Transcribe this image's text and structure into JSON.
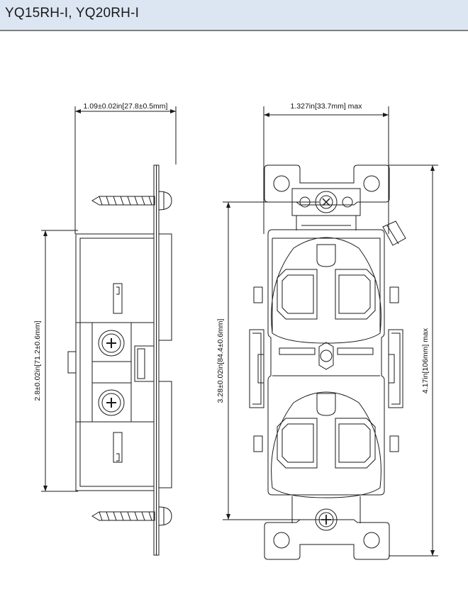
{
  "header": {
    "title": "YQ15RH-I, YQ20RH-I"
  },
  "dimensions": {
    "side_depth": "1.09±0.02in[27.8±0.5mm]",
    "front_width": "1.327in[33.7mm] max",
    "side_height": "2.8±0.02in[71.2±0.6mm]",
    "mount_spacing": "3.28±0.02in[84.4±0.6mm]",
    "overall_height": "4.17in[106mm] max"
  },
  "colors": {
    "header_bg": "#dce6f2",
    "header_rule": "#7f7f7f",
    "line": "#1a1a1a"
  }
}
